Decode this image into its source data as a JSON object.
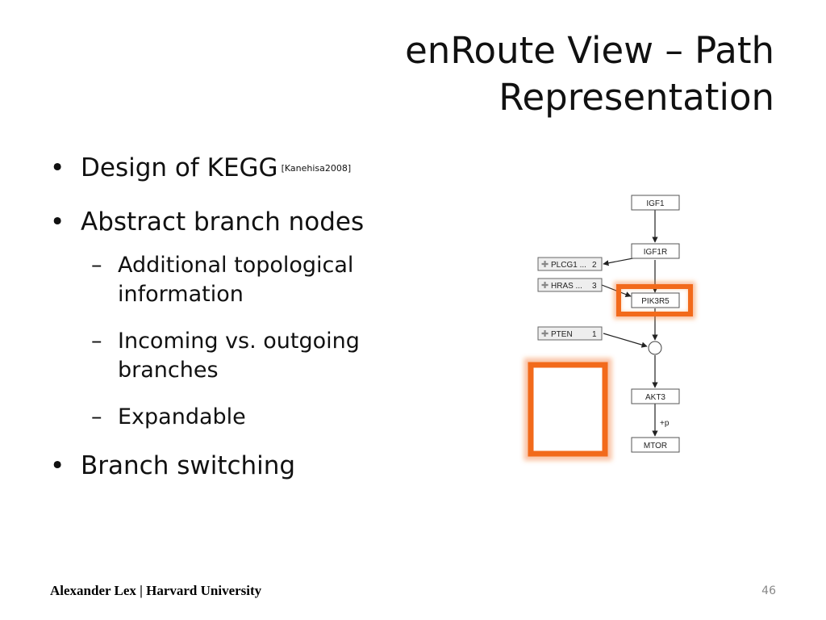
{
  "title": {
    "line1": "enRoute View – Path",
    "line2": "Representation"
  },
  "bullets": {
    "b1": {
      "text": "Design of KEGG",
      "cite": "[Kanehisa2008]"
    },
    "b2": {
      "text": "Abstract branch nodes"
    },
    "sub1": {
      "line1": "Additional topological",
      "line2": "information"
    },
    "sub2": {
      "line1": "Incoming vs. outgoing",
      "line2": "branches"
    },
    "sub3": {
      "text": "Expandable"
    },
    "b3": {
      "text": "Branch switching"
    }
  },
  "diagram": {
    "nodes": {
      "igf1": "IGF1",
      "igf1r": "IGF1R",
      "pik3r5": "PIK3R5",
      "akt3": "AKT3",
      "mtor": "MTOR"
    },
    "branches": {
      "plcg1": {
        "label": "PLCG1 ...",
        "count": "2"
      },
      "hras": {
        "label": "HRAS ...",
        "count": "3"
      },
      "pten": {
        "label": "PTEN",
        "count": "1"
      }
    },
    "edge_label": "+p",
    "highlight_color": "#f26a1b"
  },
  "footer": {
    "text": "Alexander Lex  |  Harvard University",
    "slide_number": "46"
  }
}
